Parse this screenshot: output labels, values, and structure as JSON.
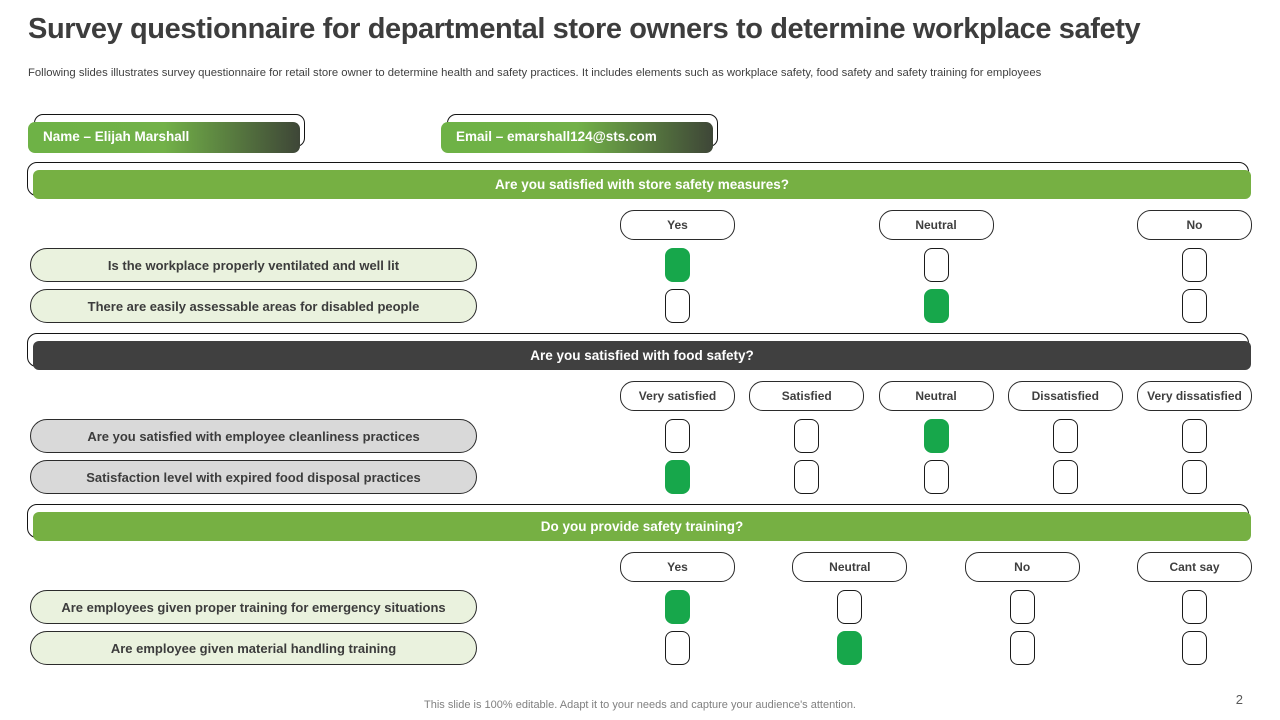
{
  "slide": {
    "title": "Survey questionnaire for departmental store owners to determine workplace safety",
    "subtitle": "Following slides illustrates survey questionnaire for retail store owner to determine health and safety practices. It includes elements such as workplace safety, food safety and safety training for employees",
    "footer": "This slide is 100% editable. Adapt it to your needs and capture your audience's attention.",
    "page_number": "2"
  },
  "respondent": {
    "name_label": "Name – Elijah Marshall",
    "email_label": "Email – emarshall124@sts.com"
  },
  "colors": {
    "accent_green": "#76b043",
    "checked_green": "#17a74b",
    "dark_bar": "#404040",
    "row_tint_green": "#eaf2de",
    "row_tint_gray": "#d9d9d9"
  },
  "sections": [
    {
      "title": "Are you satisfied with store safety measures?",
      "options": [
        "Yes",
        "Neutral",
        "No"
      ],
      "rows": [
        {
          "label": "Is the workplace properly ventilated and well lit",
          "answers": [
            true,
            false,
            false
          ]
        },
        {
          "label": "There are easily assessable areas for disabled people",
          "answers": [
            false,
            true,
            false
          ]
        }
      ]
    },
    {
      "title": "Are you satisfied with food safety?",
      "options": [
        "Very satisfied",
        "Satisfied",
        "Neutral",
        "Dissatisfied",
        "Very dissatisfied"
      ],
      "rows": [
        {
          "label": "Are you satisfied with employee cleanliness practices",
          "answers": [
            false,
            false,
            true,
            false,
            false
          ]
        },
        {
          "label": "Satisfaction level with expired food disposal practices",
          "answers": [
            true,
            false,
            false,
            false,
            false
          ]
        }
      ]
    },
    {
      "title": "Do you provide safety training?",
      "options": [
        "Yes",
        "Neutral",
        "No",
        "Cant say"
      ],
      "rows": [
        {
          "label": "Are employees given proper training for emergency situations",
          "answers": [
            true,
            false,
            false,
            false
          ]
        },
        {
          "label": "Are employee given material handling training",
          "answers": [
            false,
            true,
            false,
            false
          ]
        }
      ]
    }
  ]
}
